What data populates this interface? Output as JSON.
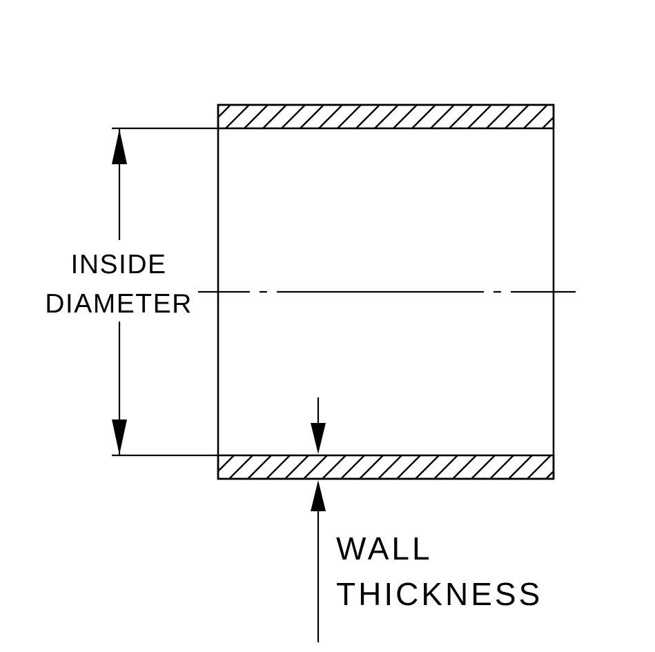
{
  "diagram": {
    "labels": {
      "inside_line1": "INSIDE",
      "inside_line2": "DIAMETER",
      "wall_line1": "WALL",
      "wall_line2": "THICKNESS"
    },
    "colors": {
      "line": "#000000",
      "background": "#ffffff"
    }
  }
}
